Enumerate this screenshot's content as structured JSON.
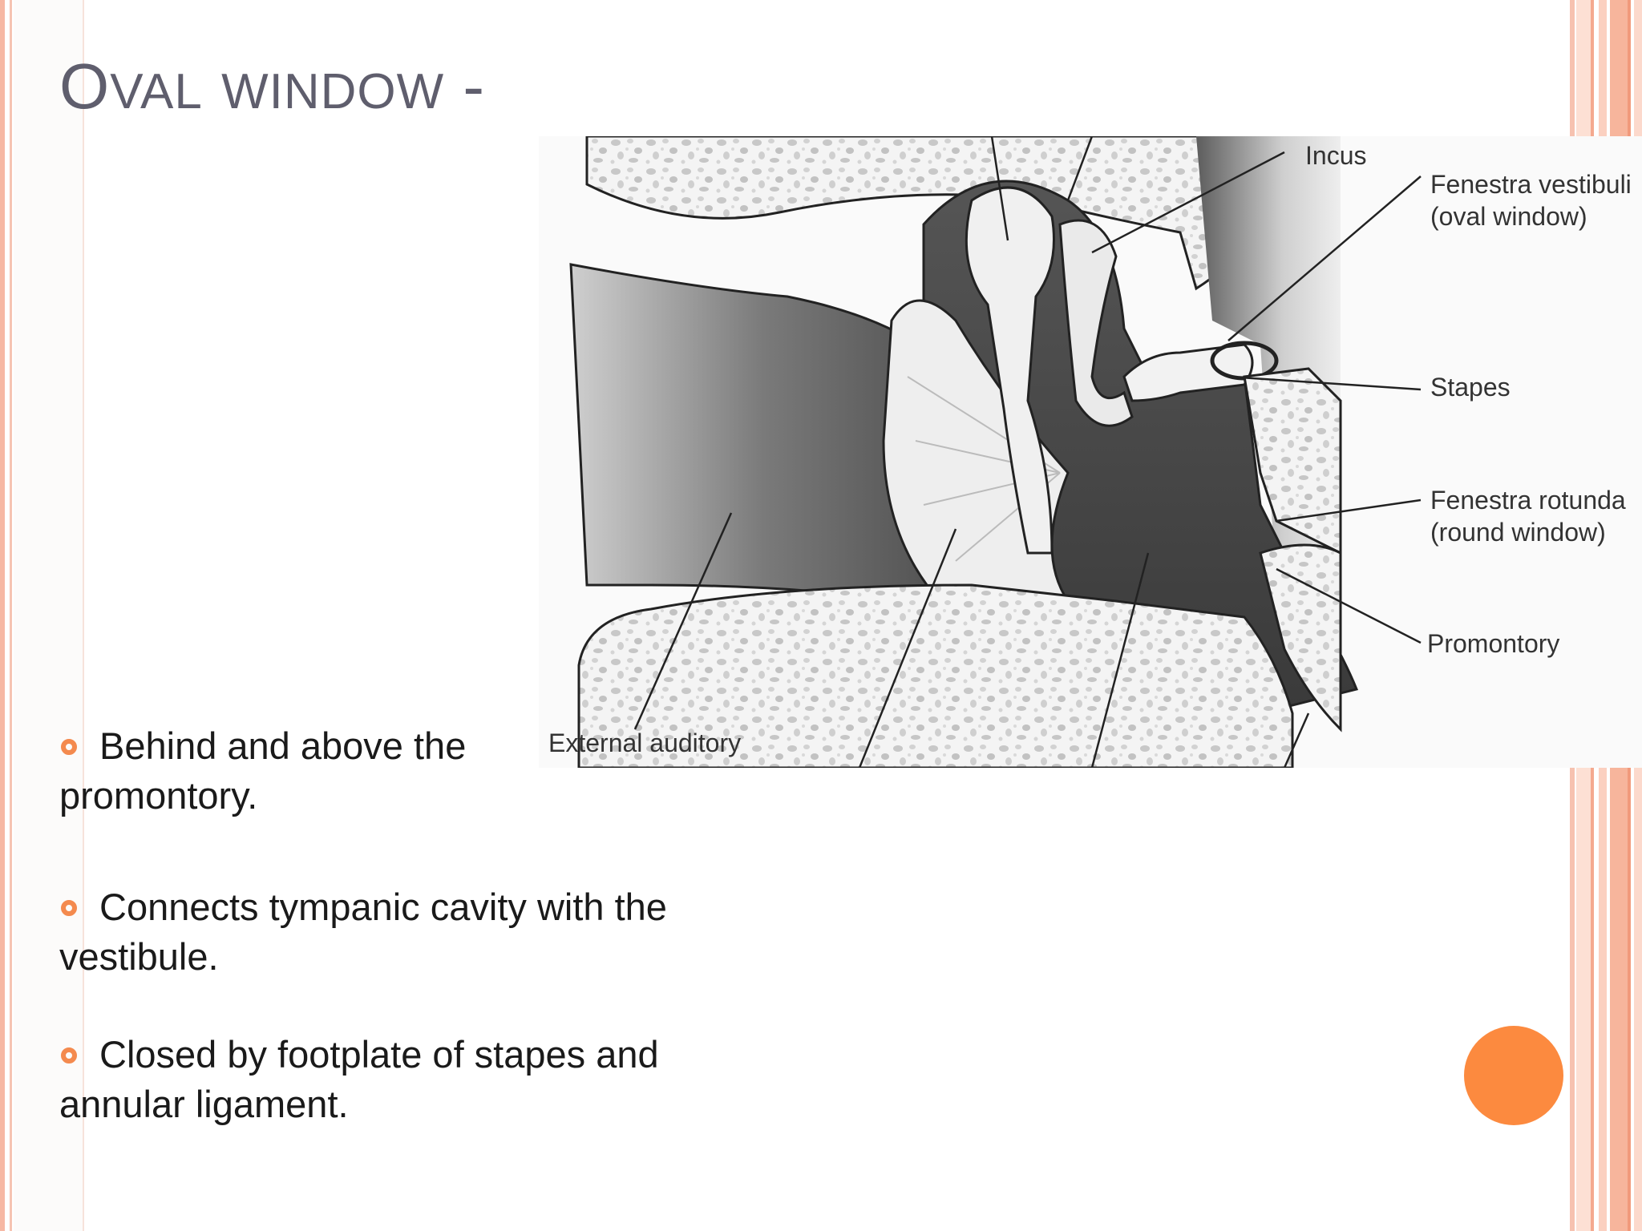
{
  "slide": {
    "title": "Oval window -",
    "bullets": [
      "Behind and above the promontory.",
      "Connects tympanic cavity with the vestibule.",
      "Closed by footplate of stapes and annular ligament."
    ]
  },
  "figure": {
    "labels": {
      "incus": "Incus",
      "fenestra_vestibuli_1": "Fenestra vestibuli",
      "fenestra_vestibuli_2": "(oval window)",
      "stapes": "Stapes",
      "fenestra_rotunda_1": "Fenestra rotunda",
      "fenestra_rotunda_2": "(round window)",
      "promontory": "Promontory",
      "external_auditory": "External auditory"
    }
  },
  "colors": {
    "accent": "#fc8a3f",
    "bullet_marker": "#f48a4e",
    "title": "#5f5e6d",
    "stripe": "#f6b8a4"
  }
}
